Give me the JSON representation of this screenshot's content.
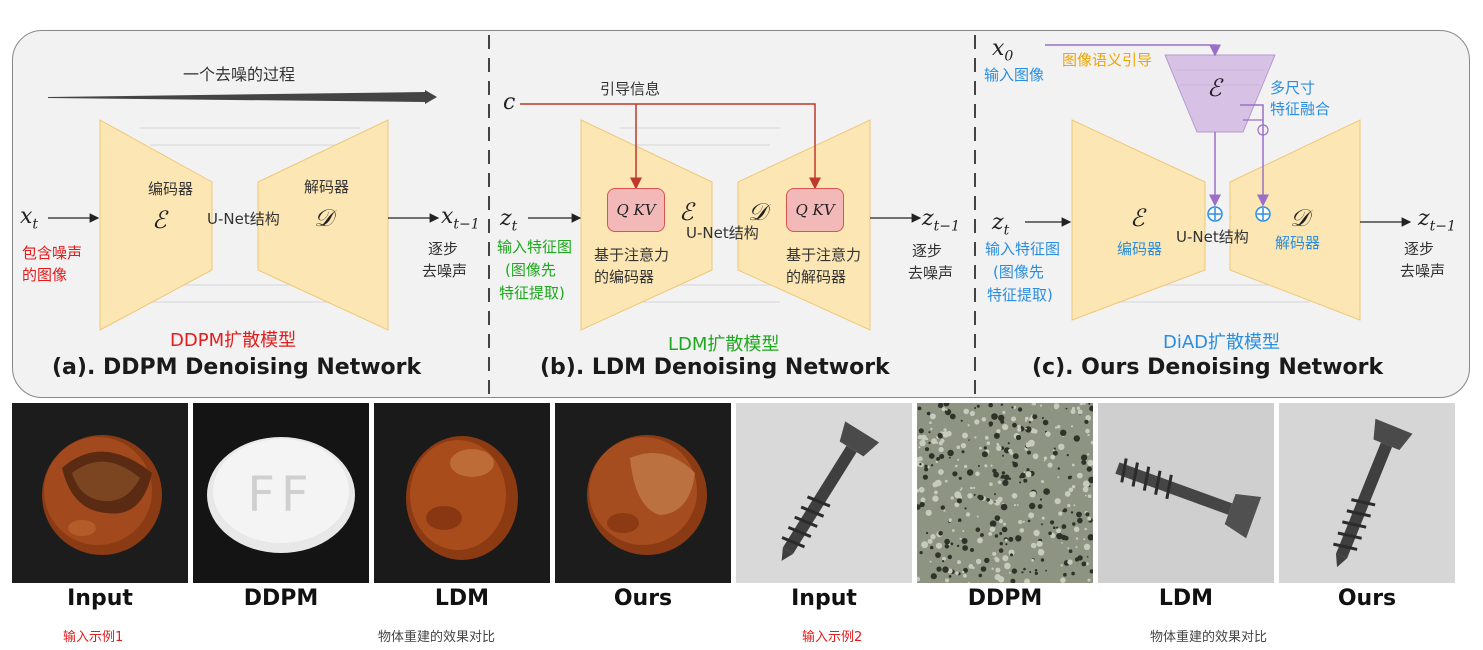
{
  "panel_a": {
    "process_label": "一个去噪的过程",
    "x_in": "x",
    "x_in_sub": "t",
    "input_note_line1": "包含噪声",
    "input_note_line2": "的图像",
    "encoder_label": "编码器",
    "decoder_label": "解码器",
    "encoder_symbol": "ℰ",
    "decoder_symbol": "𝒟",
    "unet_label": "U-Net结构",
    "x_out": "x",
    "x_out_sub": "t−1",
    "output_note_line1": "逐步",
    "output_note_line2": "去噪声",
    "model_name": "DDPM扩散模型",
    "title": "(a). DDPM Denoising Network"
  },
  "panel_b": {
    "cond_symbol": "c",
    "guide_label": "引导信息",
    "z_in": "z",
    "z_in_sub": "t",
    "input_note_line1": "输入特征图",
    "input_note_line2": "(图像先",
    "input_note_line3": "特征提取)",
    "qkv_label": "Q KV",
    "encoder_symbol": "ℰ",
    "decoder_symbol": "𝒟",
    "unet_label": "U-Net结构",
    "encoder_note_line1": "基于注意力",
    "encoder_note_line2": "的编码器",
    "decoder_note_line1": "基于注意力",
    "decoder_note_line2": "的解码器",
    "z_out": "z",
    "z_out_sub": "t−1",
    "output_note_line1": "逐步",
    "output_note_line2": "去噪声",
    "model_name": "LDM扩散模型",
    "title": "(b). LDM Denoising Network"
  },
  "panel_c": {
    "x0": "x",
    "x0_sub": "0",
    "x0_note": "输入图像",
    "semantic_guide": "图像语义引导",
    "small_encoder_symbol": "ℰ",
    "fusion_line1": "多尺寸",
    "fusion_line2": "特征融合",
    "z_in": "z",
    "z_in_sub": "t",
    "input_note_line1": "输入特征图",
    "input_note_line2": "(图像先",
    "input_note_line3": "特征提取)",
    "encoder_symbol": "ℰ",
    "decoder_symbol": "𝒟",
    "encoder_label": "编码器",
    "decoder_label": "解码器",
    "unet_label": "U-Net结构",
    "z_out": "z",
    "z_out_sub": "t−1",
    "output_note_line1": "逐步",
    "output_note_line2": "去噪声",
    "model_name": "DiAD扩散模型",
    "title": "(c). Ours Denoising Network"
  },
  "examples": {
    "captions": [
      "Input",
      "DDPM",
      "LDM",
      "Ours",
      "Input",
      "DDPM",
      "LDM",
      "Ours"
    ],
    "group1_input_note": "输入示例1",
    "group1_compare_note": "物体重建的效果对比",
    "group2_input_note": "输入示例2",
    "group2_compare_note": "物体重建的效果对比",
    "tile1_text": "FF"
  },
  "colors": {
    "trapezoid_fill": "#fbe6b4",
    "small_encoder_fill": "#d7c2e6",
    "guide_arrow": "#c0392b",
    "fusion_arrow": "#9b6fc6",
    "accent_red": "#e31b1b",
    "accent_green": "#1ea81e",
    "accent_blue": "#2a8ee0",
    "accent_orange": "#f0a500"
  }
}
